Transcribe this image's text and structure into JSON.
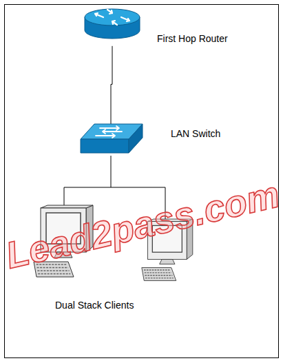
{
  "diagram": {
    "nodes": [
      {
        "text": [
          "First Hop Router"
        ]
      },
      {
        "text": [
          "LAN Switch"
        ]
      },
      {
        "text": [
          "Dual Stack Clients"
        ]
      }
    ],
    "edges": [
      {
        "from": 0,
        "to": 1,
        "arrow": "none"
      },
      {
        "from": 1,
        "to": 2,
        "arrow": "none"
      }
    ],
    "labels": [
      "Lead2pass.com"
    ]
  }
}
